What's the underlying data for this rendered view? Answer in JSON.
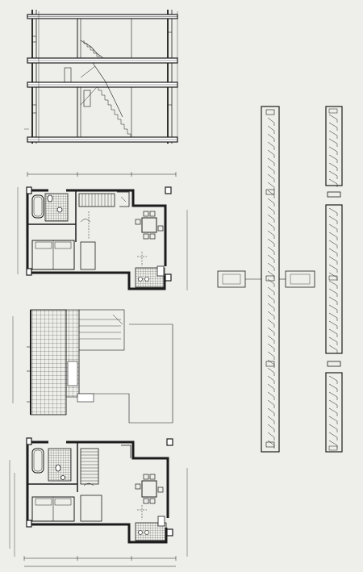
{
  "sheet": {
    "ink": "#1c1c1c",
    "paper": "#eeeeea",
    "dimension_labels": {
      "section_top": "",
      "plan_upper_width": "",
      "plan_lower_width": ""
    }
  },
  "views": [
    {
      "id": "section",
      "description_icon": "building-section-drawing"
    },
    {
      "id": "plan-upper",
      "description_icon": "floor-plan-drawing"
    },
    {
      "id": "plan-middle",
      "description_icon": "tiled-floor-plan-drawing"
    },
    {
      "id": "plan-lower",
      "description_icon": "floor-plan-drawing"
    },
    {
      "id": "site-plan-long-row",
      "description_icon": "row-house-block-drawing"
    },
    {
      "id": "site-plan-short-rows",
      "description_icon": "row-house-block-drawing"
    }
  ]
}
